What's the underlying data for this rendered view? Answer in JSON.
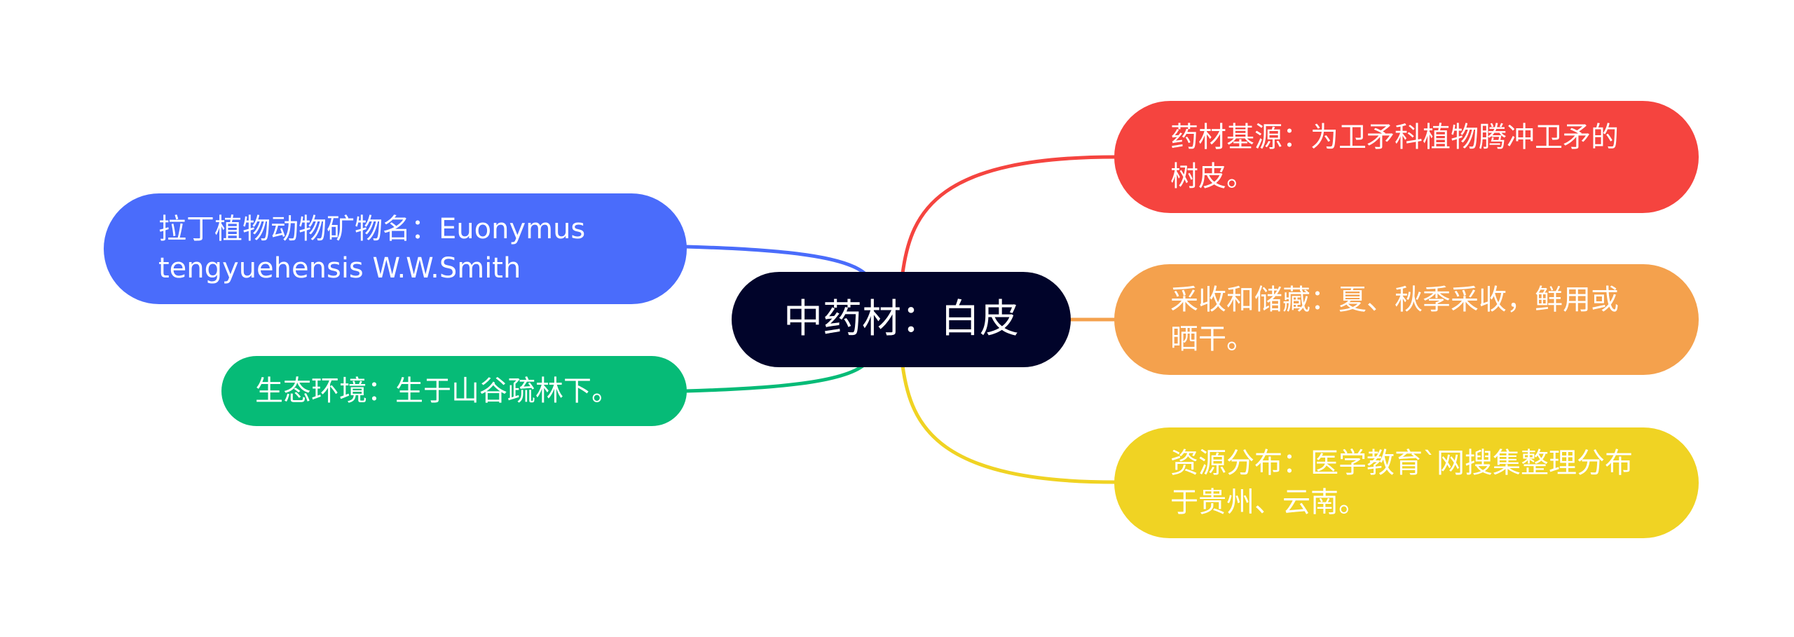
{
  "mindmap": {
    "root": {
      "label": "中药材：白皮",
      "color": "#01042a"
    },
    "branches": [
      {
        "id": "source",
        "label": "药材基源：为卫矛科植物腾冲卫矛的树皮。",
        "color": "#f5443f",
        "side": "right"
      },
      {
        "id": "harvest",
        "label": "采收和储藏：夏、秋季采收，鲜用或晒干。",
        "color": "#f4a14d",
        "side": "right"
      },
      {
        "id": "distribution",
        "label": "资源分布：医学教育`网搜集整理分布于贵州、云南。",
        "color": "#f0d323",
        "side": "right"
      },
      {
        "id": "latin",
        "label": "拉丁植物动物矿物名：Euonymus tengyuehensis W.W.Smith",
        "color": "#4a6cfb",
        "side": "left"
      },
      {
        "id": "habitat",
        "label": "生态环境：生于山谷疏林下。",
        "color": "#06bb77",
        "side": "left"
      }
    ]
  }
}
